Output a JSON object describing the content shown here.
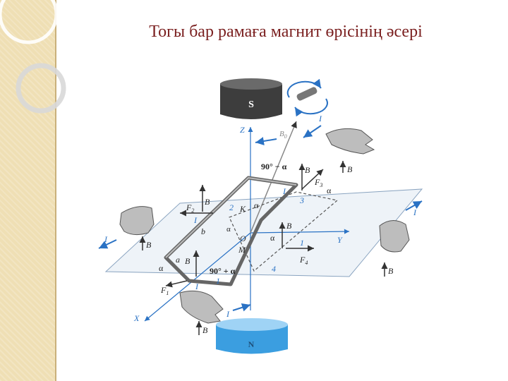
{
  "slide": {
    "title": "Тогы бар рамаға магнит өрісінің әсері"
  },
  "diagram": {
    "magnet_top_label": "S",
    "magnet_bottom_label": "N",
    "axis_z": "Z",
    "axis_x": "X",
    "axis_y": "Y",
    "origin": "O",
    "label_b0": "B",
    "label_b0_sub": "0",
    "angle_top": "90° − α",
    "angle_bottom": "90° + α",
    "alpha": "α",
    "force_f1": "F",
    "force_f1_sub": "1",
    "force_f2": "F",
    "force_f2_sub": "2",
    "force_f3": "F",
    "force_f3_sub": "3",
    "force_f4": "F",
    "force_f4_sub": "4",
    "field_b": "B",
    "current_i": "I",
    "point_k": "K",
    "point_m": "M",
    "point_a": "a",
    "point_b": "b",
    "side_1": "1",
    "side_2": "2",
    "side_3": "3",
    "side_4": "4",
    "colors": {
      "blue": "#2a72c4",
      "dark": "#3a3a3a",
      "plane": "#eef3f8",
      "magnet_s": "#4a4a4a",
      "magnet_n": "#3b9ee0"
    }
  }
}
